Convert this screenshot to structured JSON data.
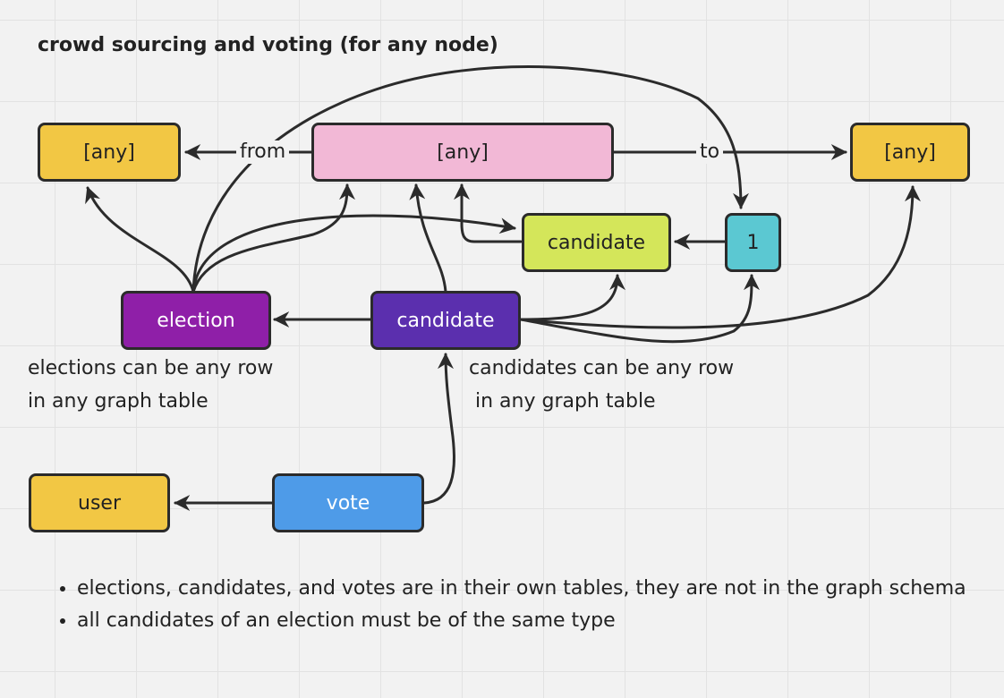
{
  "title": "crowd sourcing and voting (for any node)",
  "nodes": {
    "any_left": "[any]",
    "any_center": "[any]",
    "any_right": "[any]",
    "candidate_green": "candidate",
    "one": "1",
    "election": "election",
    "candidate_purple": "candidate",
    "user": "user",
    "vote": "vote"
  },
  "edge_labels": {
    "from": "from",
    "to": "to"
  },
  "notes": {
    "elections": "elections can be any row\nin any graph table",
    "candidates": "candidates can be any row\n in any graph table"
  },
  "bullets": [
    "elections, candidates, and votes are in their own tables, they are not in the graph schema",
    "all candidates of an election must be of the same type"
  ],
  "colors": {
    "any": "#f2c744",
    "center_any": "#f2b8d6",
    "candidate_green": "#d4e65a",
    "one": "#5bc8d2",
    "election": "#8f1fa8",
    "candidate_purple": "#5b2fae",
    "user": "#f2c744",
    "vote": "#4e9be8"
  }
}
